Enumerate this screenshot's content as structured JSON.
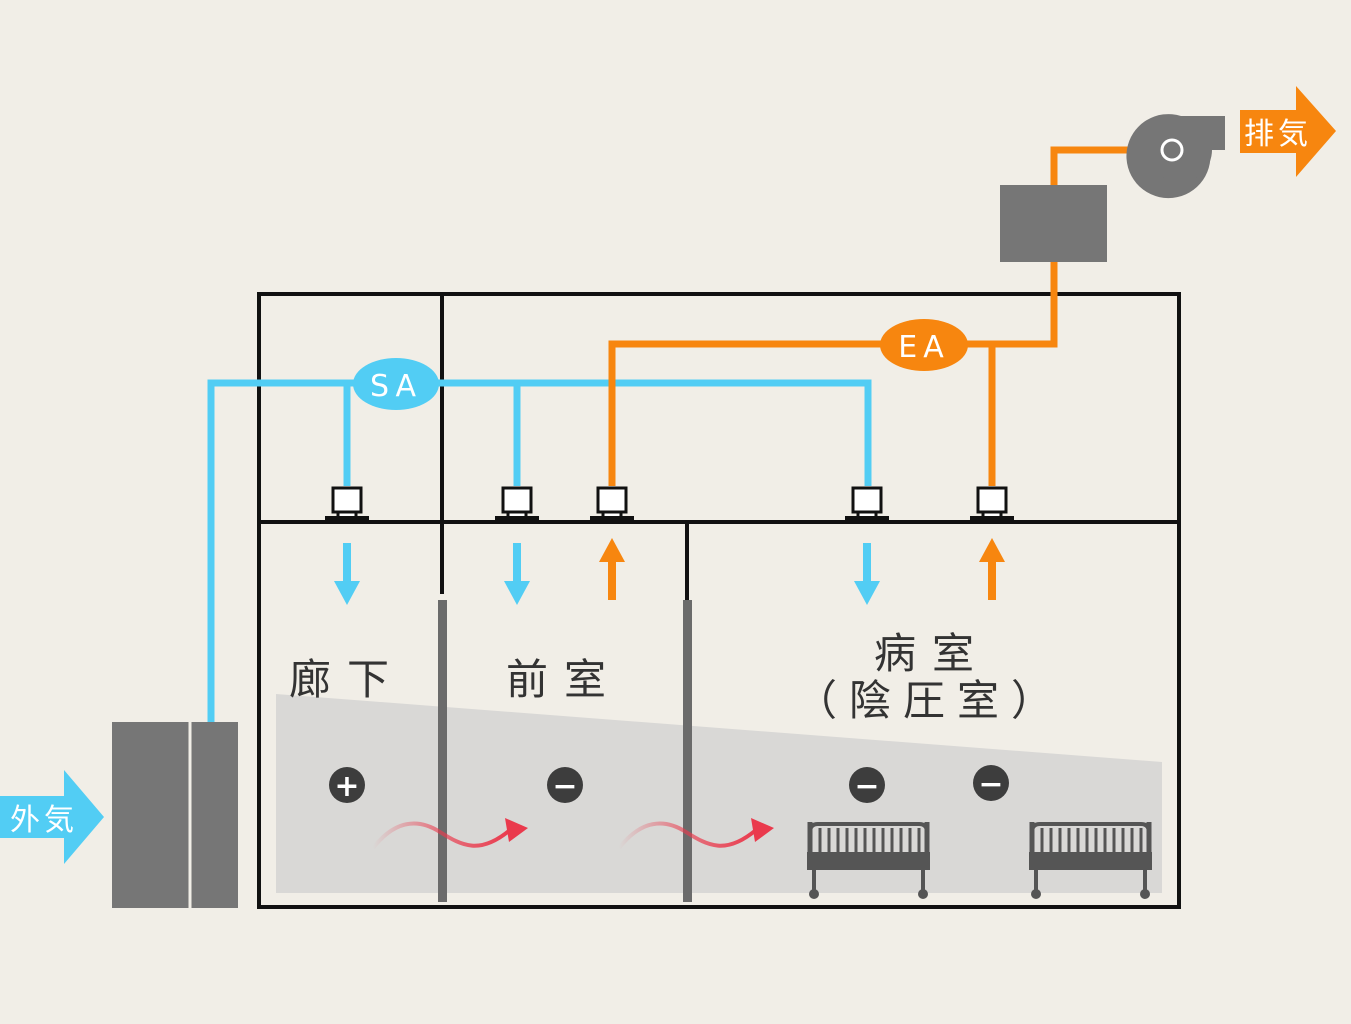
{
  "labels": {
    "outside_air": "外気",
    "exhaust": "排気",
    "supply_air": "SA",
    "exhaust_air": "EA",
    "corridor": "廊下",
    "anteroom": "前室",
    "ward_line1": "病室",
    "ward_line2": "（陰圧室）"
  },
  "pressure": {
    "corridor": "+",
    "anteroom": "−",
    "ward_1": "−",
    "ward_2": "−"
  },
  "colors": {
    "background": "#f1eee7",
    "supply_blue": "#52cdf4",
    "exhaust_orange": "#f7860f",
    "equipment_gray": "#767676",
    "wall_black": "#111111",
    "flow_red": "#ea3a4d",
    "pressure_zone": "#d9d8d6"
  },
  "icons": [
    "outside-air-arrow-icon",
    "exhaust-arrow-icon",
    "fan-icon",
    "diffuser-icon",
    "plus-icon",
    "minus-icon",
    "bed-icon",
    "airflow-wave-icon"
  ]
}
